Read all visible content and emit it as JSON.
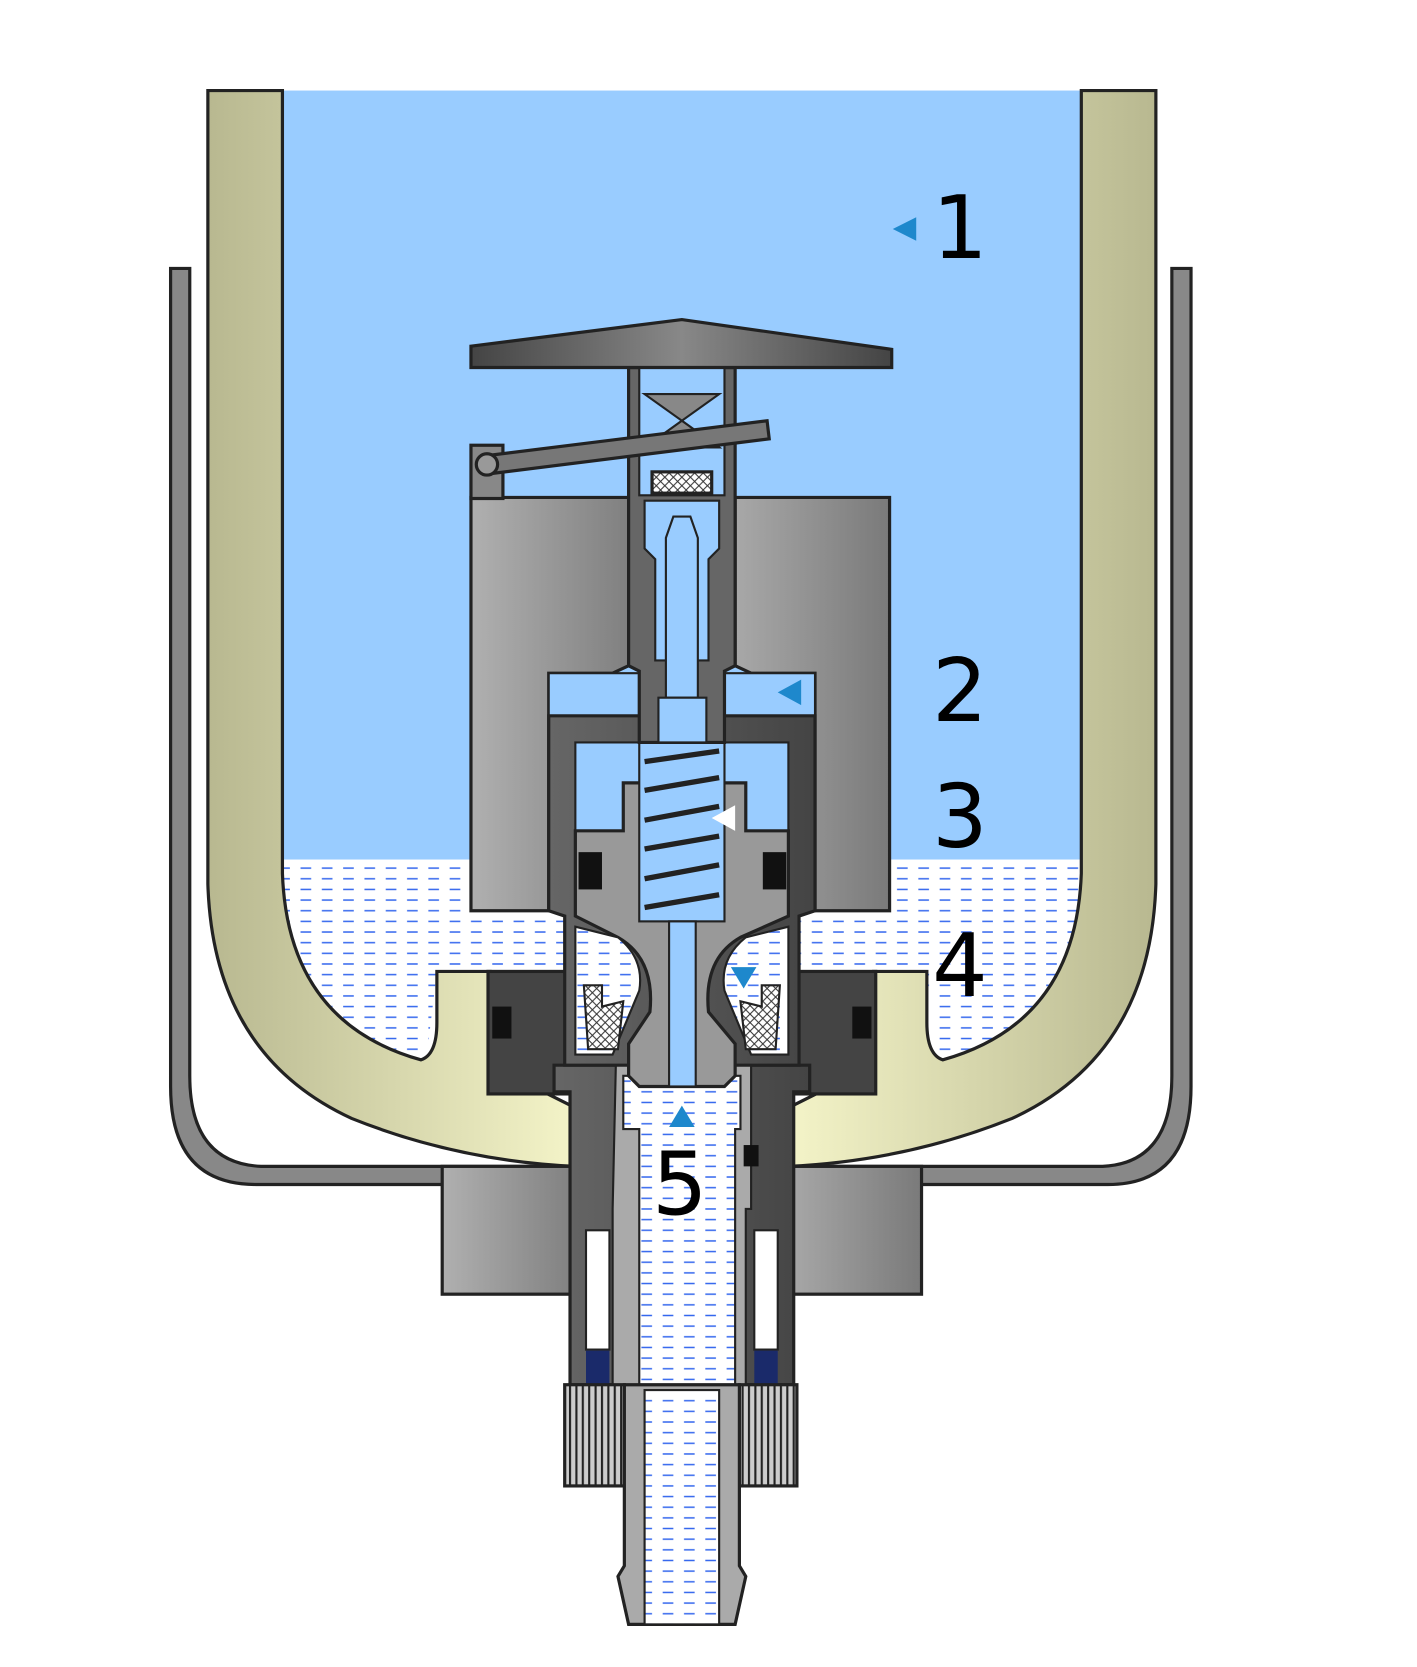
{
  "labels": {
    "l1": "1",
    "l2": "2",
    "l3": "3",
    "l4": "4",
    "l5": "5"
  },
  "colors": {
    "water": "#99ccff",
    "water_dash": "#3366ee",
    "cup_dark": "#b8b890",
    "cup_light": "#ffffcc",
    "metal_dark": "#555555",
    "metal_light": "#b8b8b8",
    "arrow": "#1e88cc"
  }
}
